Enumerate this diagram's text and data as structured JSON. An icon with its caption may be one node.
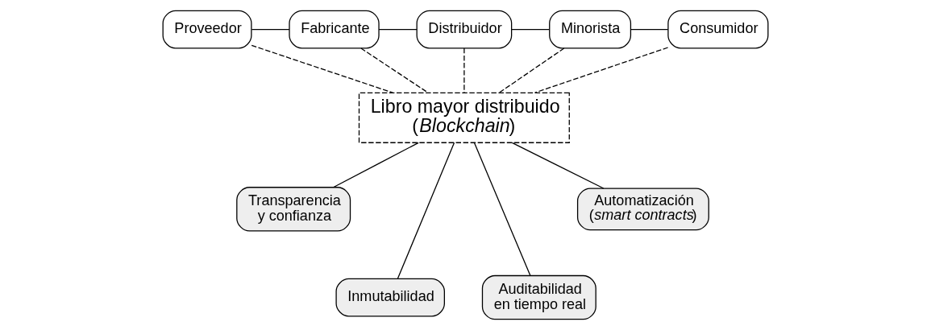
{
  "diagram": {
    "nodes": [
      {
        "text": [
          "Proveedor"
        ]
      },
      {
        "text": [
          "Fabricante"
        ]
      },
      {
        "text": [
          "Distribuidor"
        ]
      },
      {
        "text": [
          "Minorista"
        ]
      },
      {
        "text": [
          "Consumidor"
        ]
      },
      {
        "text": [
          "Libro mayor distribuido (*Blockchain*)"
        ]
      },
      {
        "text": [
          "Transparencia y confianza"
        ]
      },
      {
        "text": [
          "Inmutabilidad"
        ]
      },
      {
        "text": [
          "Auditabilidad en tiempo real"
        ]
      },
      {
        "text": [
          "Automatización (*smart contracts*)"
        ]
      }
    ],
    "edges": [
      {
        "from": 0,
        "to": 1,
        "arrow": "none"
      },
      {
        "from": 1,
        "to": 2,
        "arrow": "none"
      },
      {
        "from": 2,
        "to": 3,
        "arrow": "none"
      },
      {
        "from": 3,
        "to": 4,
        "arrow": "none"
      },
      {
        "from": 0,
        "to": 5,
        "arrow": "none",
        "style": "dashed"
      },
      {
        "from": 1,
        "to": 5,
        "arrow": "none",
        "style": "dashed"
      },
      {
        "from": 2,
        "to": 5,
        "arrow": "none",
        "style": "dashed"
      },
      {
        "from": 3,
        "to": 5,
        "arrow": "none",
        "style": "dashed"
      },
      {
        "from": 4,
        "to": 5,
        "arrow": "none",
        "style": "dashed"
      },
      {
        "from": 5,
        "to": 6,
        "arrow": "none"
      },
      {
        "from": 5,
        "to": 7,
        "arrow": "none"
      },
      {
        "from": 5,
        "to": 8,
        "arrow": "none"
      },
      {
        "from": 5,
        "to": 9,
        "arrow": "none"
      }
    ]
  }
}
